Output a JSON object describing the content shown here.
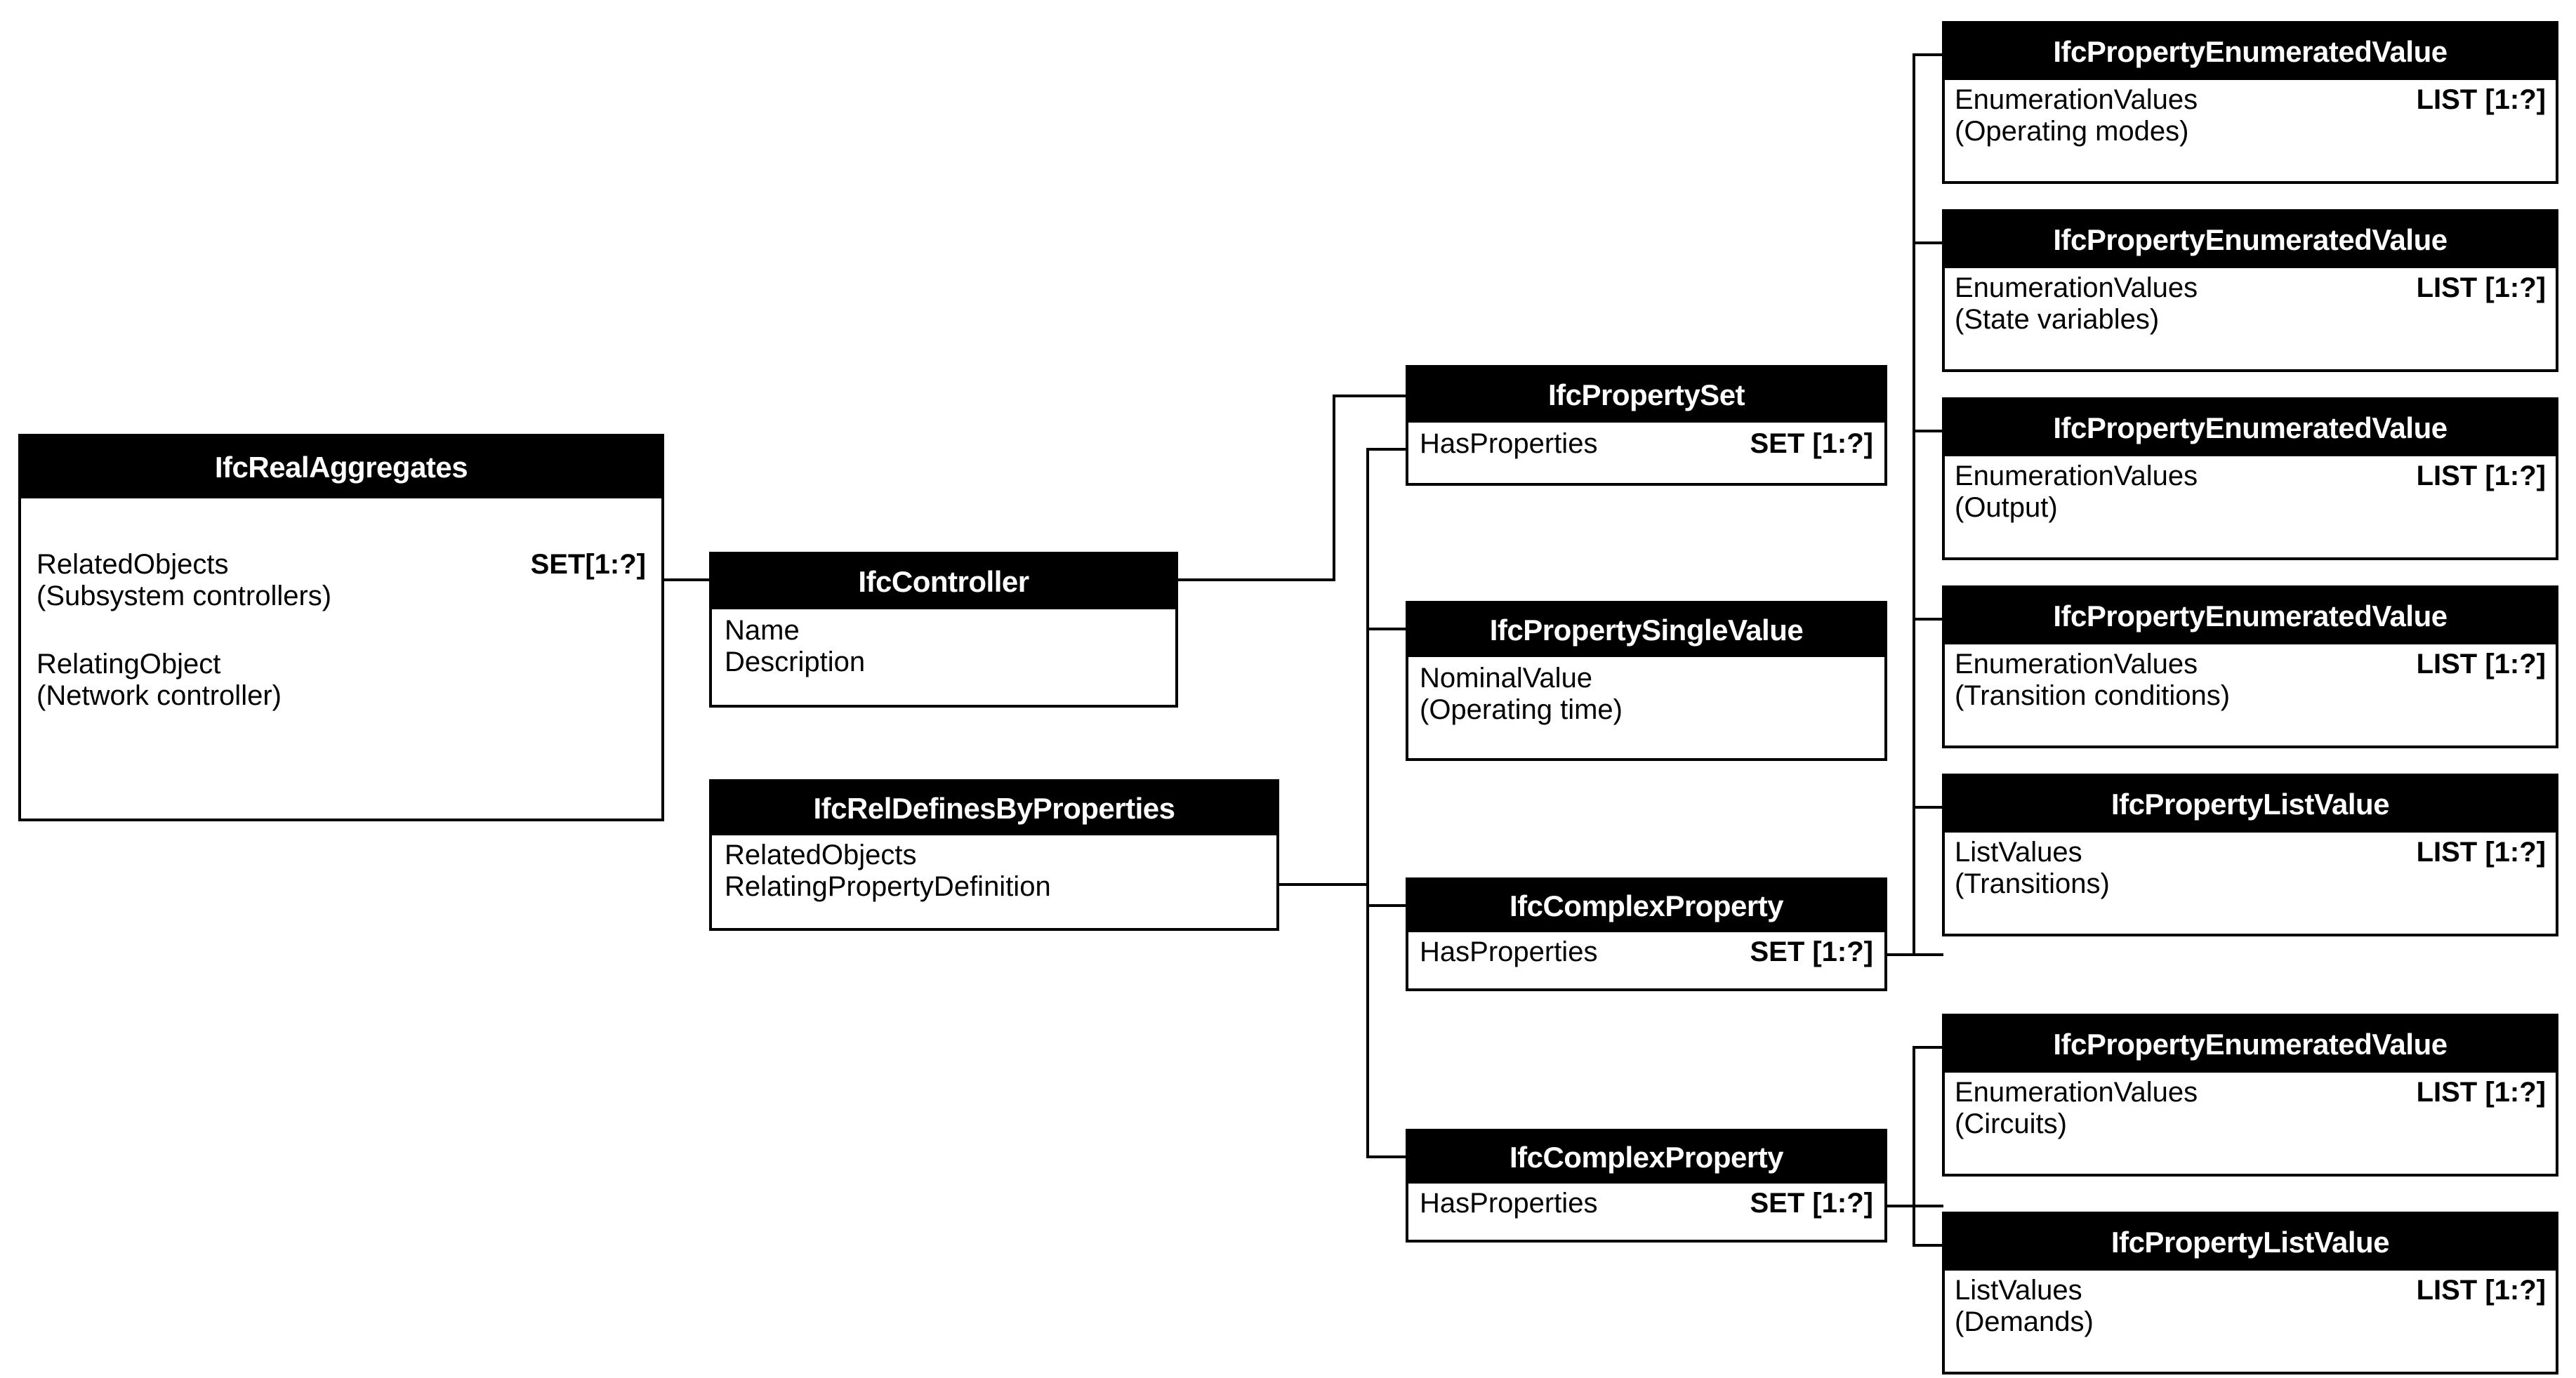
{
  "diagram": {
    "title": "IFC entity relationship diagram for network controller properties",
    "colors": {
      "header_bg": "#000000",
      "header_text": "#ffffff",
      "box_border": "#000000",
      "canvas_bg": "#ffffff"
    },
    "cardinality_labels": {
      "set": "SET [1:?]",
      "set_compact": "SET[1:?]",
      "list": "LIST [1:?]"
    }
  },
  "boxes": {
    "real_aggregates": {
      "title": "IfcRealAggregates",
      "attrs": [
        {
          "name": "RelatedObjects\n(Subsystem controllers)",
          "card": "SET[1:?]"
        },
        {
          "name": "RelatingObject\n(Network controller)",
          "card": ""
        }
      ]
    },
    "controller": {
      "title": "IfcController",
      "attrs": [
        {
          "name": "Name",
          "card": ""
        },
        {
          "name": "Description",
          "card": ""
        }
      ]
    },
    "rel_defines_by_properties": {
      "title": "IfcRelDefinesByProperties",
      "attrs": [
        {
          "name": "RelatedObjects",
          "card": ""
        },
        {
          "name": "RelatingPropertyDefinition",
          "card": ""
        }
      ]
    },
    "property_set": {
      "title": "IfcPropertySet",
      "attrs": [
        {
          "name": "HasProperties",
          "card": "SET [1:?]"
        }
      ]
    },
    "property_single_value": {
      "title": "IfcPropertySingleValue",
      "attrs": [
        {
          "name": "NominalValue\n(Operating time)",
          "card": ""
        }
      ]
    },
    "complex_property_1": {
      "title": "IfcComplexProperty",
      "attrs": [
        {
          "name": "HasProperties",
          "card": "SET [1:?]"
        }
      ]
    },
    "complex_property_2": {
      "title": "IfcComplexProperty",
      "attrs": [
        {
          "name": "HasProperties",
          "card": "SET [1:?]"
        }
      ]
    },
    "enum_operating_modes": {
      "title": "IfcPropertyEnumeratedValue",
      "attrs": [
        {
          "name": "EnumerationValues\n(Operating modes)",
          "card": "LIST [1:?]"
        }
      ]
    },
    "enum_state_variables": {
      "title": "IfcPropertyEnumeratedValue",
      "attrs": [
        {
          "name": "EnumerationValues\n(State variables)",
          "card": "LIST [1:?]"
        }
      ]
    },
    "enum_output": {
      "title": "IfcPropertyEnumeratedValue",
      "attrs": [
        {
          "name": "EnumerationValues\n(Output)",
          "card": "LIST [1:?]"
        }
      ]
    },
    "enum_transition_conditions": {
      "title": "IfcPropertyEnumeratedValue",
      "attrs": [
        {
          "name": "EnumerationValues\n(Transition conditions)",
          "card": "LIST [1:?]"
        }
      ]
    },
    "list_transitions": {
      "title": "IfcPropertyListValue",
      "attrs": [
        {
          "name": "ListValues\n(Transitions)",
          "card": "LIST [1:?]"
        }
      ]
    },
    "enum_circuits": {
      "title": "IfcPropertyEnumeratedValue",
      "attrs": [
        {
          "name": "EnumerationValues\n(Circuits)",
          "card": "LIST [1:?]"
        }
      ]
    },
    "list_demands": {
      "title": "IfcPropertyListValue",
      "attrs": [
        {
          "name": "ListValues\n(Demands)",
          "card": "LIST [1:?]"
        }
      ]
    }
  }
}
